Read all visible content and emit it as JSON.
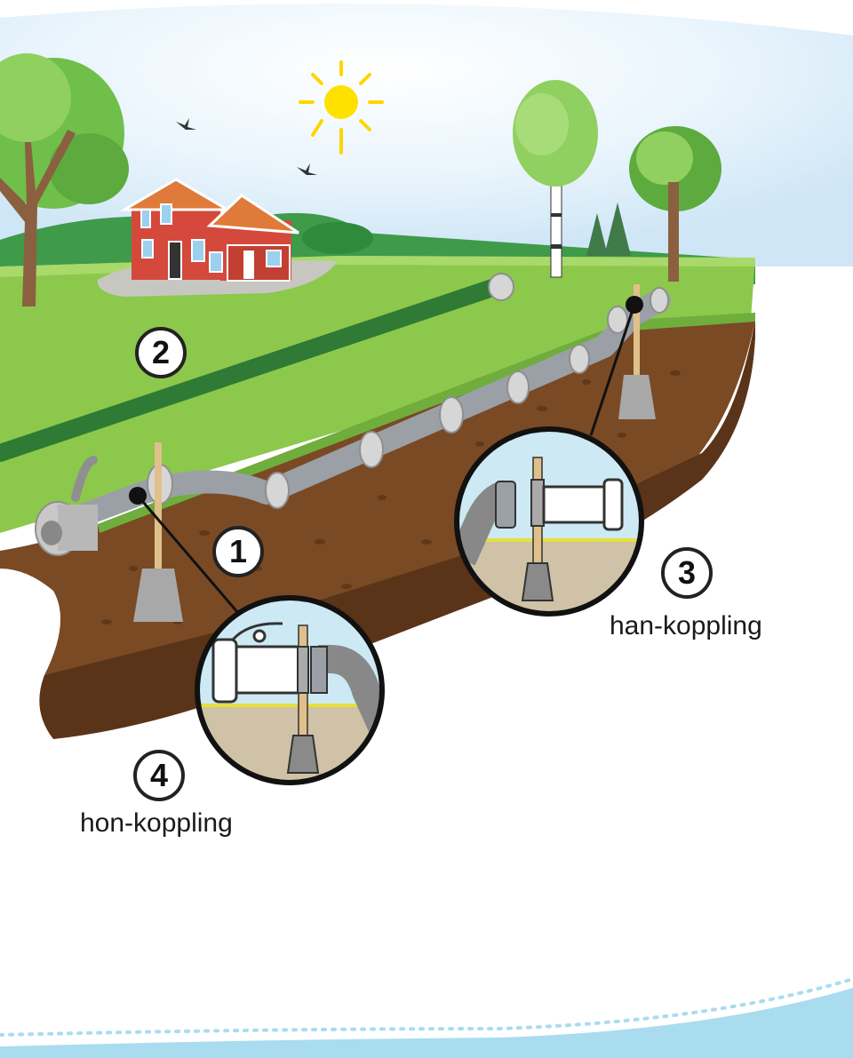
{
  "markers": [
    {
      "id": "1",
      "label": "1"
    },
    {
      "id": "2",
      "label": "2"
    },
    {
      "id": "3",
      "label": "3"
    },
    {
      "id": "4",
      "label": "4"
    }
  ],
  "callouts": {
    "male_coupling": "han-koppling",
    "female_coupling": "hon-koppling"
  },
  "colors": {
    "sky": "#dcefff",
    "grass": "#8cc84b",
    "soil": "#7a4a25",
    "deep_soil": "#5a3418",
    "pipe": "#9aa0a6",
    "house": "#d4493c",
    "roof": "#e07a3a",
    "sun": "#ffe100",
    "water": "#a9dcef"
  },
  "icons": [
    "sun-icon",
    "bird-icon",
    "house-icon",
    "tree-icon",
    "pipe-icon",
    "hydrant-icon",
    "post-icon"
  ]
}
